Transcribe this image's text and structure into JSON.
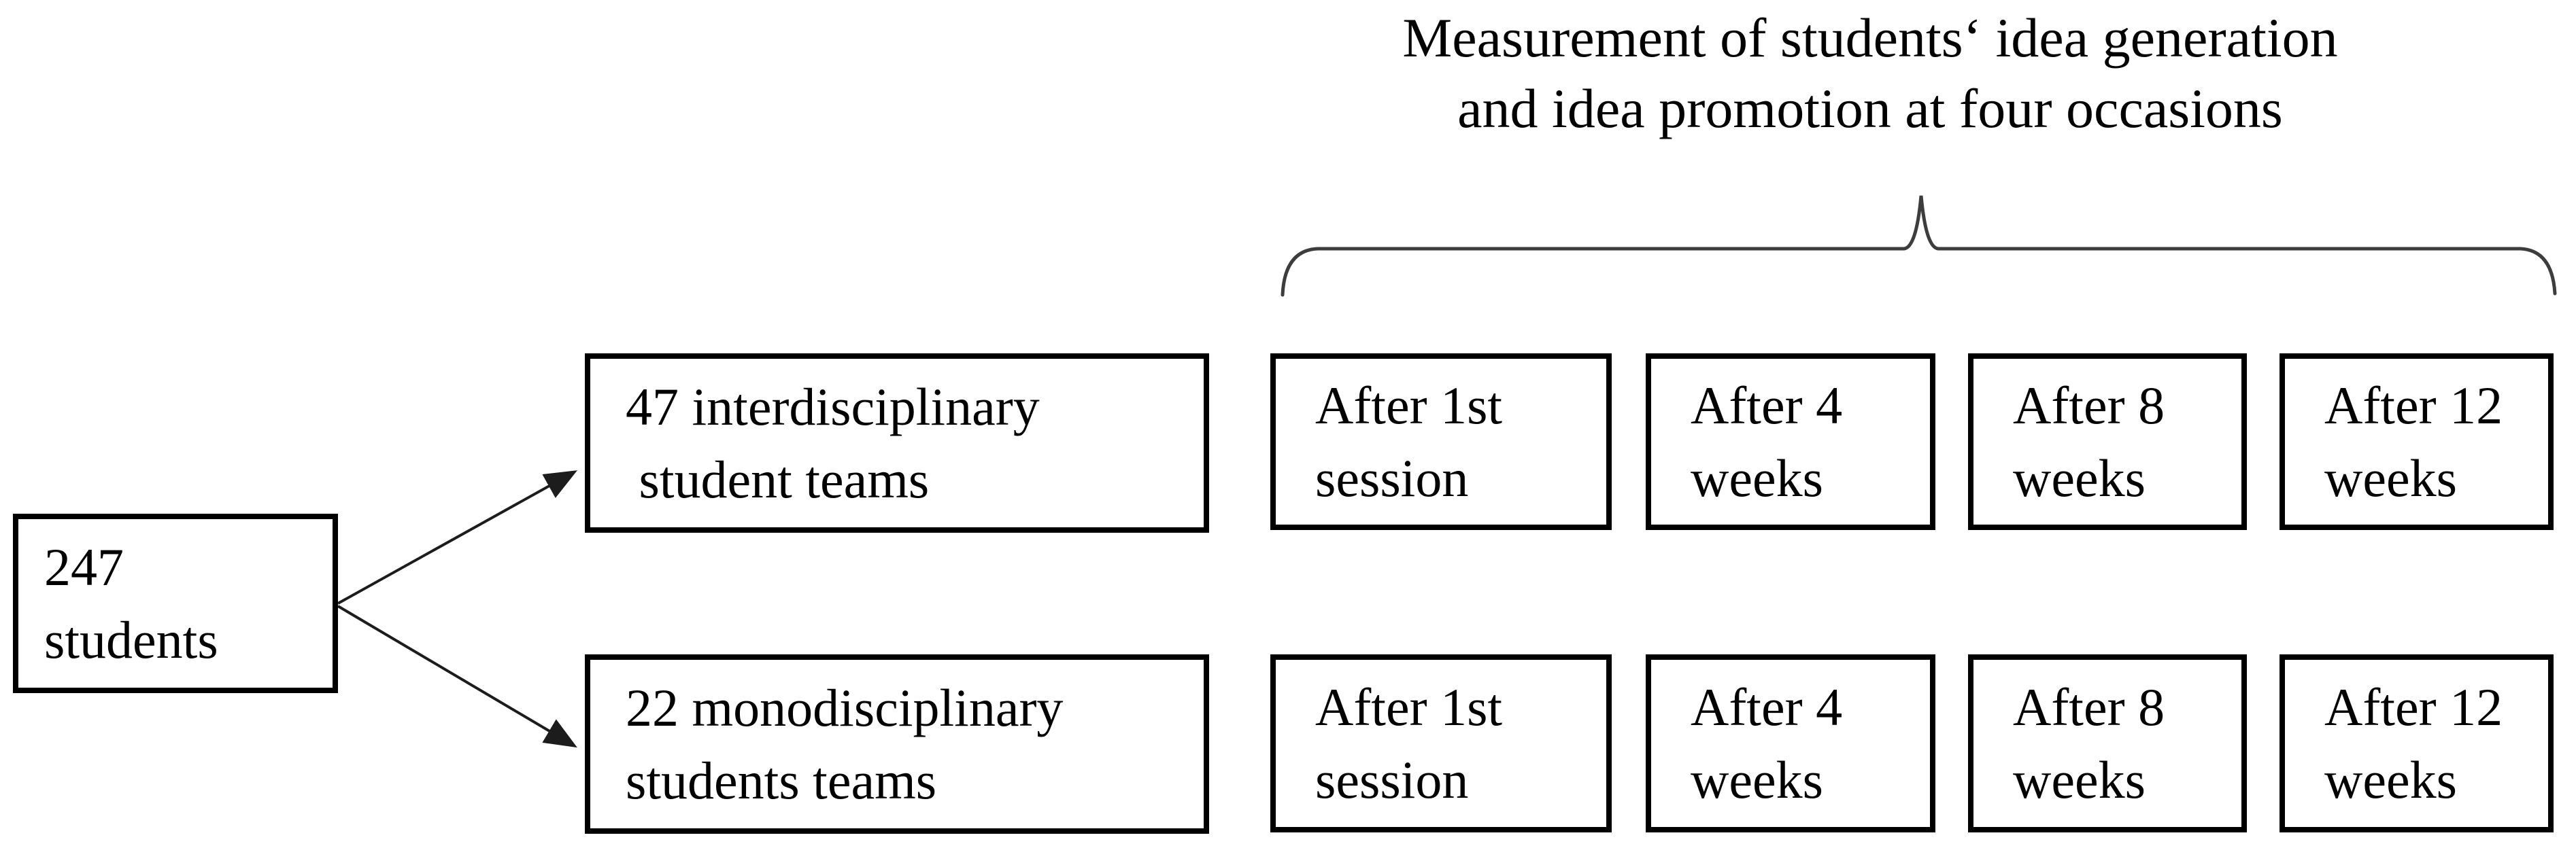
{
  "title": {
    "line1": "Measurement of students‘ idea generation",
    "line2": "and idea promotion at four occasions"
  },
  "students_box": {
    "line1": "247",
    "line2": "students"
  },
  "team_boxes": [
    {
      "line1": "47 interdisciplinary",
      "line2": " student teams"
    },
    {
      "line1": "22 monodisciplinary",
      "line2": "students teams"
    }
  ],
  "occasions": [
    {
      "line1": "After 1st",
      "line2": "session"
    },
    {
      "line1": "After 4",
      "line2": "weeks"
    },
    {
      "line1": "After 8",
      "line2": "weeks"
    },
    {
      "line1": "After 12",
      "line2": "weeks"
    }
  ],
  "colors": {
    "box_border": "#000000",
    "text": "#000000",
    "arrow": "#1c1c1c",
    "brace": "#3d3d3d",
    "background": "#ffffff"
  }
}
